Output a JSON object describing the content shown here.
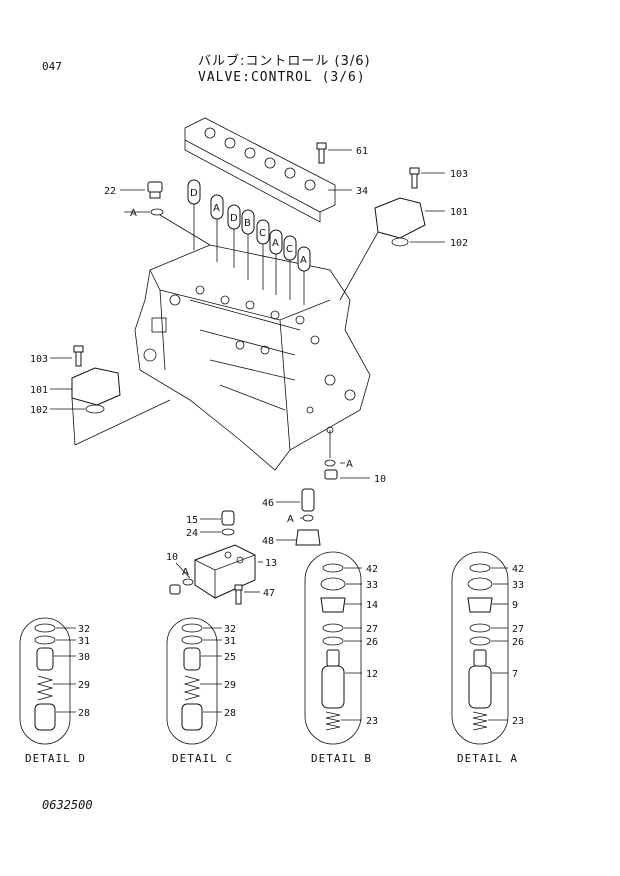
{
  "page_number": "047",
  "title_jp": "バルブ:コントロール (3/6)",
  "title_en": "VALVE:CONTROL (3/6)",
  "doc_number": "0632500",
  "callouts": {
    "c61": "61",
    "c34": "34",
    "c22": "22",
    "c103a": "103",
    "c101a": "101",
    "c102a": "102",
    "c103b": "103",
    "c101b": "101",
    "c102b": "102",
    "c10a": "10",
    "c46": "46",
    "c48": "48",
    "c15": "15",
    "c24": "24",
    "c10b": "10",
    "c13": "13",
    "c47": "47"
  },
  "ref_letters": {
    "a1": "A",
    "a2": "A",
    "a3": "A",
    "a4": "A",
    "a5": "A",
    "a6": "A",
    "a7": "A",
    "b1": "B",
    "c1": "C",
    "c2": "C",
    "d1": "D",
    "d2": "D"
  },
  "details": {
    "d": {
      "label": "DETAIL D",
      "parts": [
        "32",
        "31",
        "30",
        "29",
        "28"
      ]
    },
    "c": {
      "label": "DETAIL C",
      "parts": [
        "32",
        "31",
        "25",
        "29",
        "28"
      ]
    },
    "b": {
      "label": "DETAIL B",
      "parts": [
        "42",
        "33",
        "14",
        "27",
        "26",
        "12",
        "23"
      ]
    },
    "a": {
      "label": "DETAIL A",
      "parts": [
        "42",
        "33",
        "9",
        "27",
        "26",
        "7",
        "23"
      ]
    }
  }
}
